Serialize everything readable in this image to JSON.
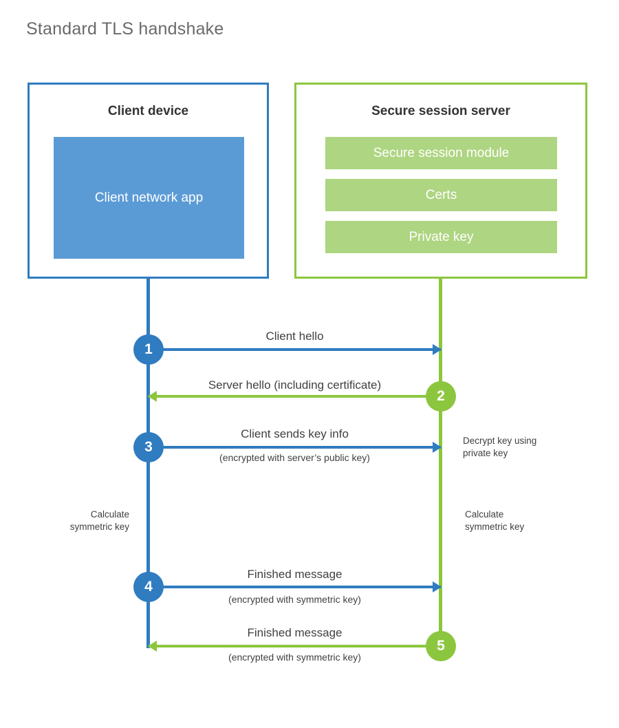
{
  "title": "Standard TLS handshake",
  "colors": {
    "client_blue": "#2f7cc0",
    "client_app_fill": "#5b9bd5",
    "server_green": "#8cc63f",
    "server_bar_fill": "#aed581",
    "title_gray": "#6a6a6a",
    "text_dark": "#333333",
    "label_gray": "#404040",
    "background": "#ffffff"
  },
  "client": {
    "title": "Client device",
    "app_label": "Client network app"
  },
  "server": {
    "title": "Secure session server",
    "bars": [
      {
        "label": "Secure session module"
      },
      {
        "label": "Certs"
      },
      {
        "label": "Private key"
      }
    ]
  },
  "steps": [
    {
      "number": "1",
      "label": "Client hello",
      "sub": "",
      "direction": "client-to-server",
      "color": "blue"
    },
    {
      "number": "2",
      "label": "Server hello (including certificate)",
      "sub": "",
      "direction": "server-to-client",
      "color": "green"
    },
    {
      "number": "3",
      "label": "Client sends key info",
      "sub": "(encrypted with server’s public key)",
      "direction": "client-to-server",
      "color": "blue"
    },
    {
      "number": "4",
      "label": "Finished message",
      "sub": "(encrypted with symmetric key)",
      "direction": "client-to-server",
      "color": "blue"
    },
    {
      "number": "5",
      "label": "Finished message",
      "sub": "(encrypted with symmetric key)",
      "direction": "server-to-client",
      "color": "green"
    }
  ],
  "annotations": {
    "decrypt_key": "Decrypt key using\nprivate key",
    "client_calculate": "Calculate\nsymmetric key",
    "server_calculate": "Calculate\nsymmetric key"
  }
}
